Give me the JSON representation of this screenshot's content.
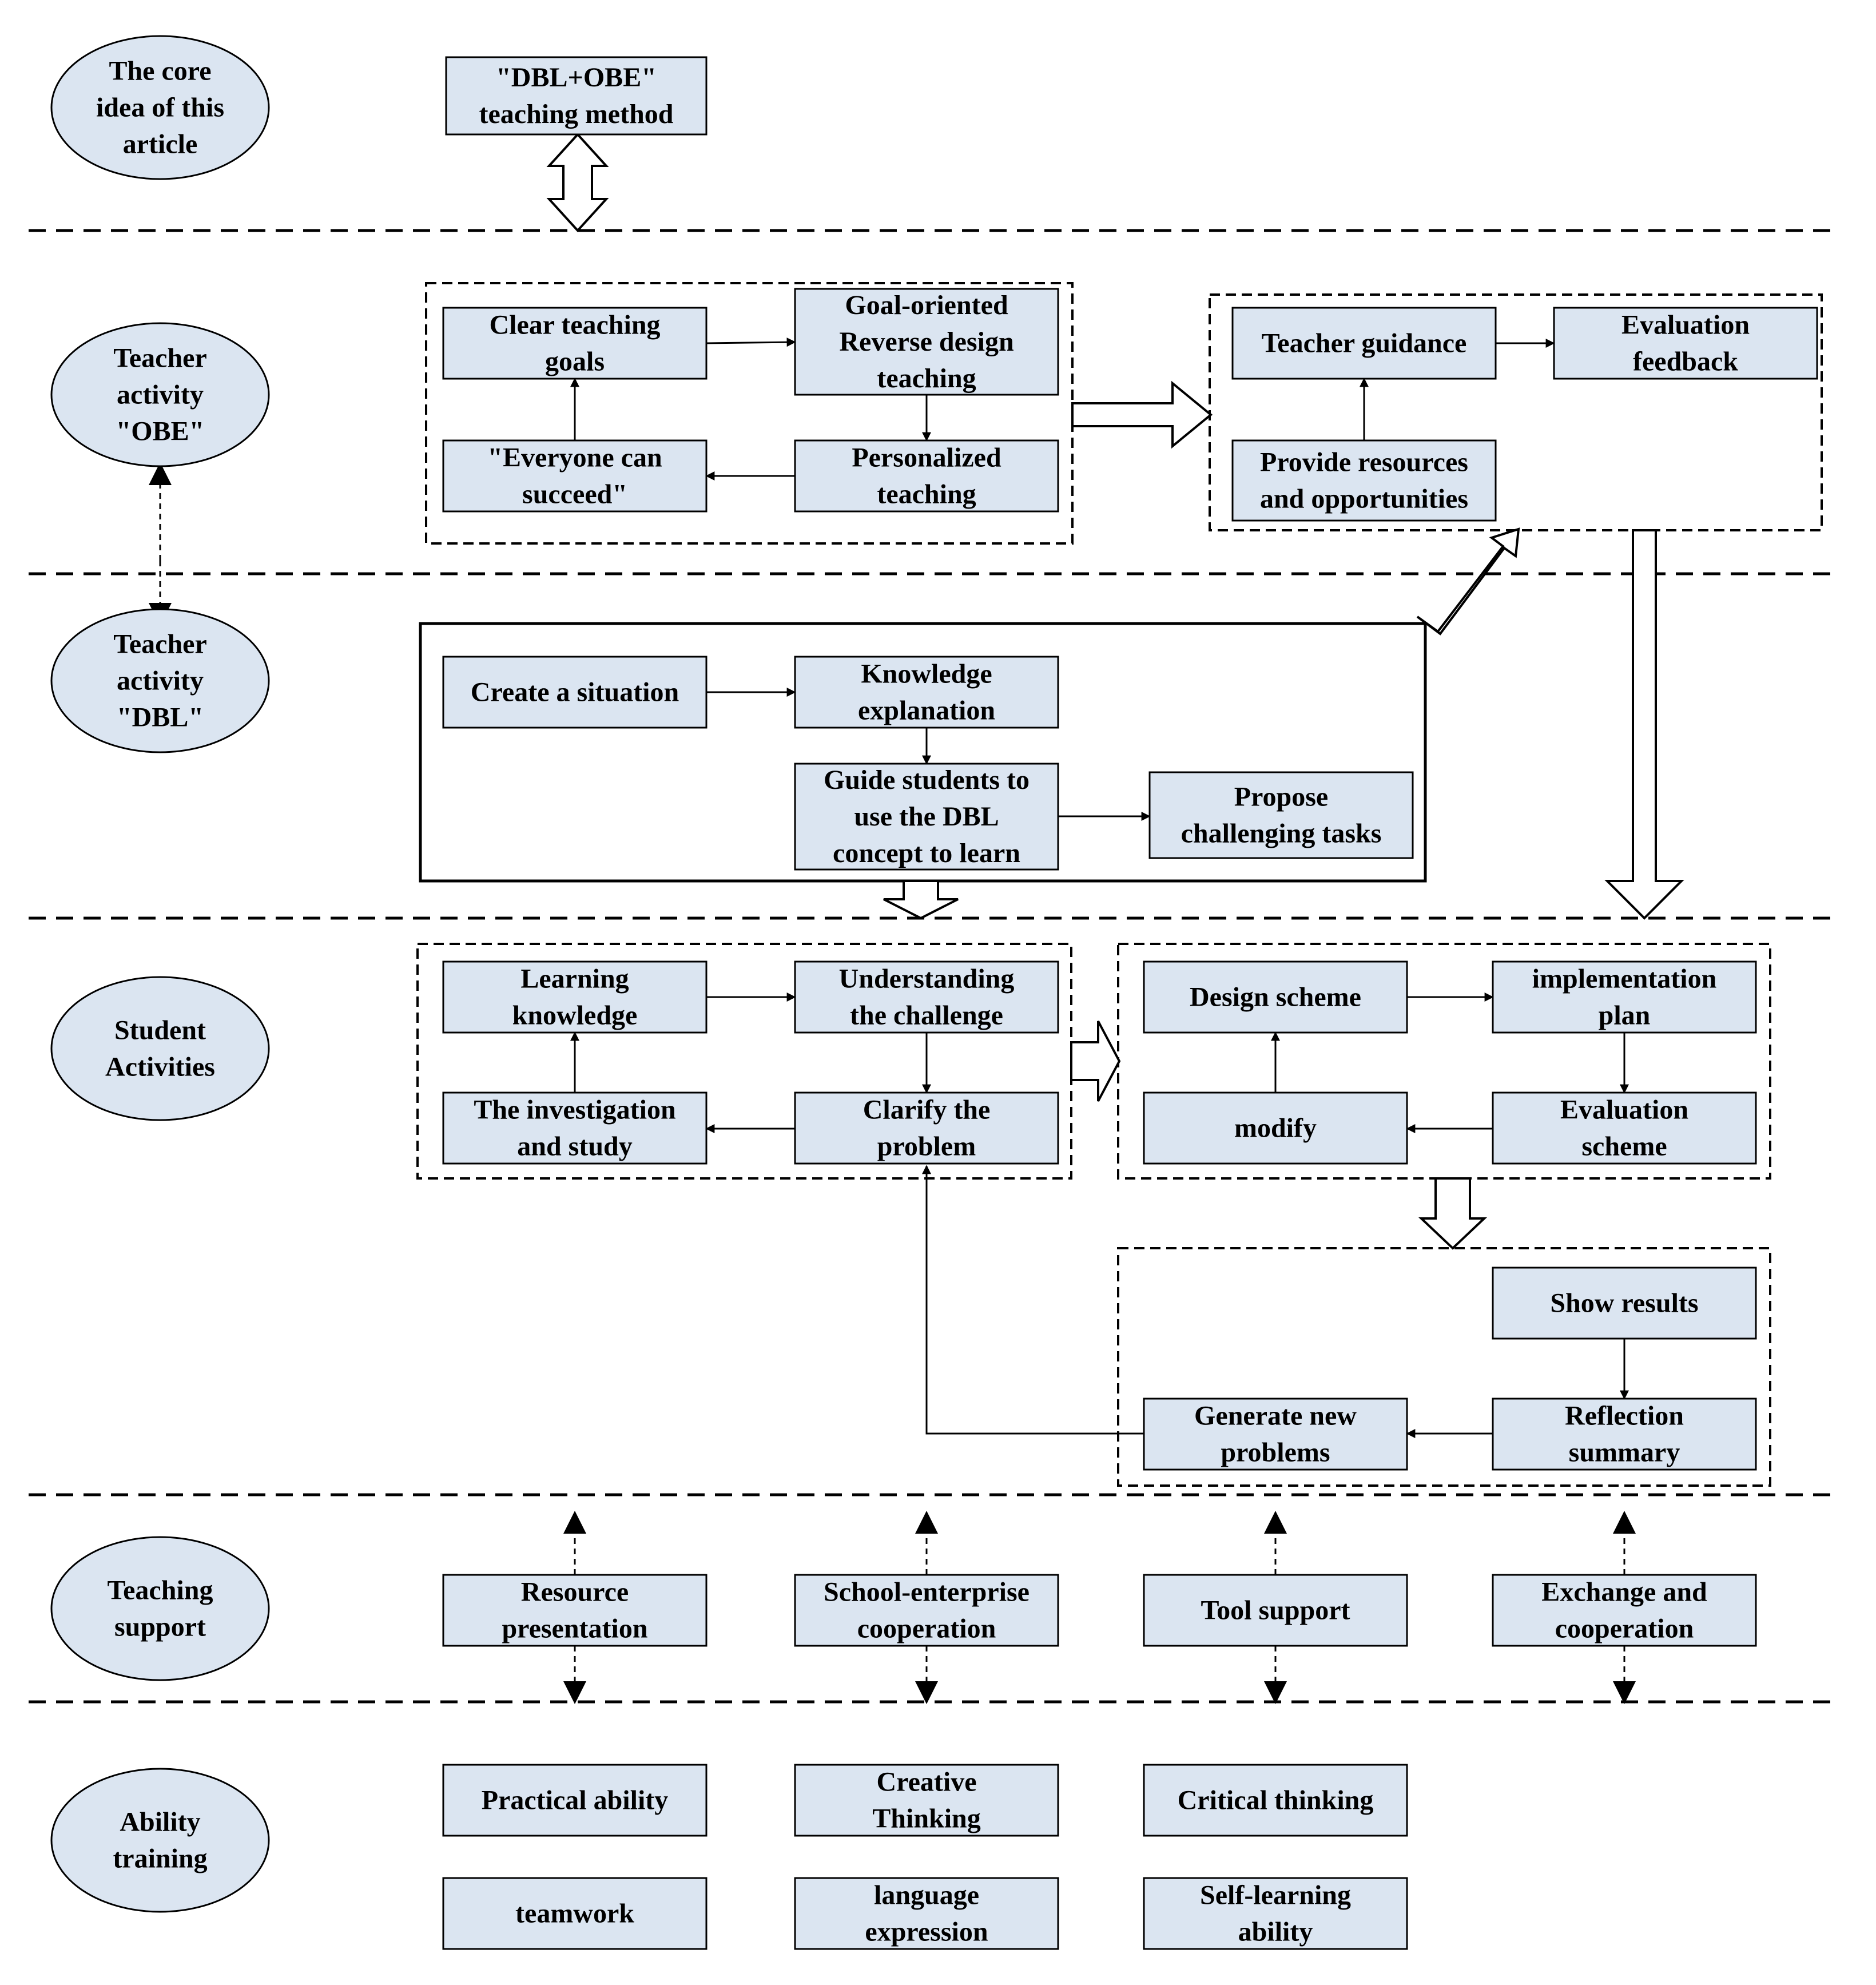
{
  "lanes": [
    {
      "id": "core",
      "lines": [
        "The core",
        "idea of this",
        "article"
      ]
    },
    {
      "id": "obe",
      "lines": [
        "Teacher",
        "activity",
        "\"OBE\""
      ]
    },
    {
      "id": "dbl",
      "lines": [
        "Teacher",
        "activity",
        "\"DBL\""
      ]
    },
    {
      "id": "student",
      "lines": [
        "Student",
        "Activities"
      ]
    },
    {
      "id": "support",
      "lines": [
        "Teaching",
        "support"
      ]
    },
    {
      "id": "ability",
      "lines": [
        "Ability",
        "training"
      ]
    }
  ],
  "nodes": {
    "method": [
      "\"DBL+OBE\"",
      "teaching method"
    ],
    "clear_goals": [
      "Clear teaching",
      "goals"
    ],
    "goal_oriented": [
      "Goal-oriented",
      "Reverse design",
      "teaching"
    ],
    "everyone": [
      "\"Everyone can",
      "succeed\""
    ],
    "personalized": [
      "Personalized",
      "teaching"
    ],
    "teacher_guidance": [
      "Teacher guidance"
    ],
    "evaluation_feedback": [
      "Evaluation",
      "feedback"
    ],
    "provide_resources": [
      "Provide resources",
      "and opportunities"
    ],
    "create_situation": [
      "Create a situation"
    ],
    "knowledge_explanation": [
      "Knowledge",
      "explanation"
    ],
    "guide_students": [
      "Guide students to",
      "use the DBL",
      "concept to learn"
    ],
    "propose_tasks": [
      "Propose",
      "challenging tasks"
    ],
    "learning_knowledge": [
      "Learning",
      "knowledge"
    ],
    "understanding_challenge": [
      "Understanding",
      "the challenge"
    ],
    "investigation": [
      "The investigation",
      "and study"
    ],
    "clarify_problem": [
      "Clarify the",
      "problem"
    ],
    "design_scheme": [
      "Design scheme"
    ],
    "implementation_plan": [
      "implementation",
      "plan"
    ],
    "modify": [
      "modify"
    ],
    "evaluation_scheme": [
      "Evaluation",
      "scheme"
    ],
    "show_results": [
      "Show results"
    ],
    "generate_problems": [
      "Generate new",
      "problems"
    ],
    "reflection_summary": [
      "Reflection",
      "summary"
    ],
    "resource_presentation": [
      "Resource",
      "presentation"
    ],
    "school_enterprise": [
      "School-enterprise",
      "cooperation"
    ],
    "tool_support": [
      "Tool support"
    ],
    "exchange_cooperation": [
      "Exchange and",
      "cooperation"
    ],
    "practical_ability": [
      "Practical ability"
    ],
    "creative_thinking": [
      "Creative",
      "Thinking"
    ],
    "critical_thinking": [
      "Critical thinking"
    ],
    "teamwork": [
      "teamwork"
    ],
    "language_expression": [
      "language",
      "expression"
    ],
    "self_learning": [
      "Self-learning",
      "ability"
    ]
  },
  "colors": {
    "node_fill": "#dbe5f1",
    "stroke": "#000000",
    "background": "#ffffff"
  }
}
